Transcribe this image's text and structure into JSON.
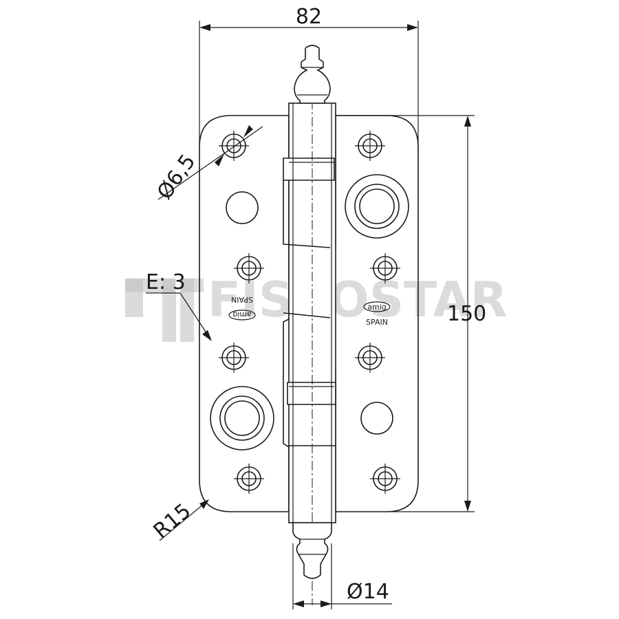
{
  "dimensions": {
    "width": "82",
    "height": "150",
    "hole_diameter": "Ø6,5",
    "thickness": "E: 3",
    "radius": "R15",
    "pin_diameter": "Ø14"
  },
  "stamps": {
    "left_brand": "amig",
    "left_country": "SPAIN",
    "right_brand": "amig",
    "right_country": "SPAIN"
  },
  "watermark": {
    "text": "FISKOSTAR"
  }
}
